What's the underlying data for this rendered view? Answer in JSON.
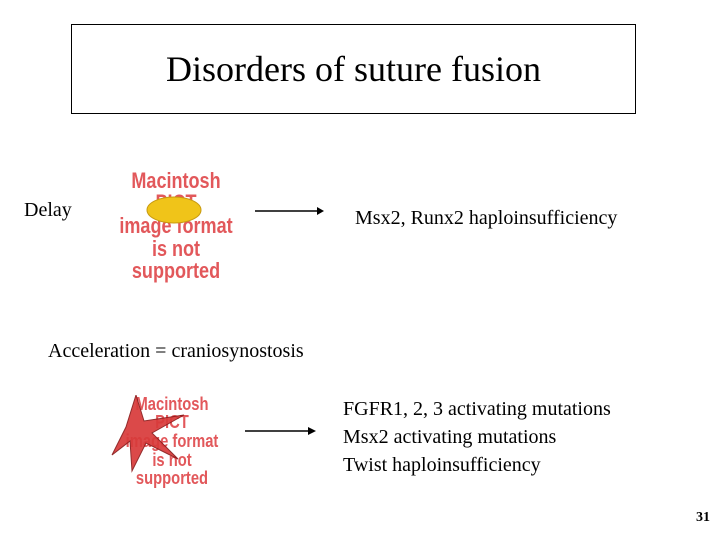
{
  "slide": {
    "title": "Disorders of suture fusion",
    "delay_label": "Delay",
    "delay_result": "Msx2, Runx2 haploinsufficiency",
    "acceleration_label": "Acceleration = craniosynostosis",
    "acceleration_results": [
      "FGFR1, 2, 3 activating mutations",
      "Msx2 activating mutations",
      "Twist haploinsufficiency"
    ],
    "page_number": "31"
  },
  "pict_placeholder": {
    "line1": "Macintosh PICT",
    "line2": "image format",
    "line3": "is not supported"
  },
  "colors": {
    "placeholder_text": "#e2585b",
    "delay_ellipse": "#f0c419",
    "star_fill": "#d83a3a"
  }
}
